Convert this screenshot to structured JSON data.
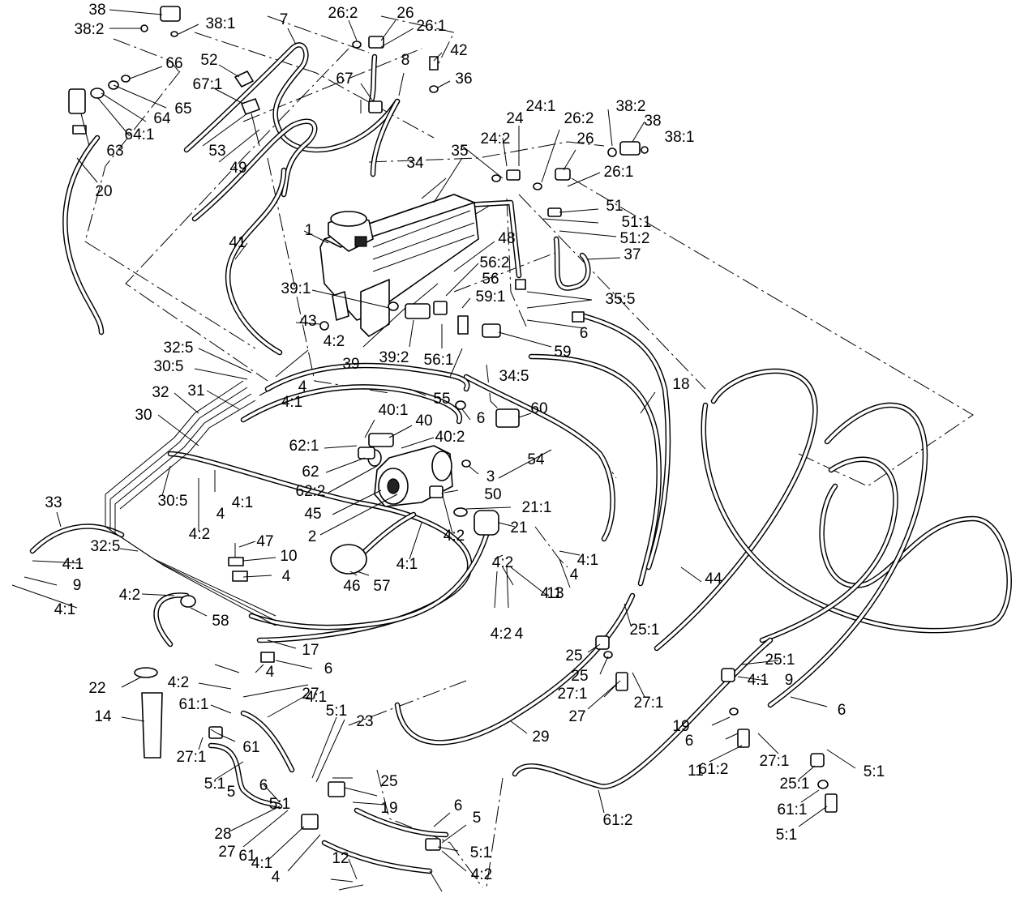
{
  "figure": {
    "kind": "exploded hydraulic hose and fitting parts diagram",
    "callouts": [
      "38",
      "38:2",
      "38:1",
      "7",
      "26:2",
      "26",
      "26:1",
      "42",
      "8",
      "36",
      "66",
      "52",
      "67",
      "67:1",
      "65",
      "64",
      "64:1",
      "63",
      "53",
      "49",
      "20",
      "24:1",
      "24",
      "26:2",
      "38:2",
      "38",
      "38:1",
      "24:2",
      "26",
      "34",
      "35",
      "26:1",
      "51",
      "51:1",
      "51:2",
      "37",
      "1",
      "48",
      "41",
      "56:2",
      "56",
      "39:1",
      "59:1",
      "35:5",
      "43",
      "6",
      "4:2",
      "39",
      "39:2",
      "59",
      "56:1",
      "32:5",
      "30:5",
      "4",
      "4:1",
      "34:5",
      "18",
      "32",
      "31",
      "55",
      "6",
      "60",
      "30",
      "40:1",
      "40",
      "62:1",
      "40:2",
      "54",
      "62",
      "3",
      "62:2",
      "50",
      "45",
      "21:1",
      "33",
      "2",
      "30:5",
      "4:1",
      "4",
      "4:2",
      "4:2",
      "21",
      "47",
      "32:5",
      "10",
      "4:1",
      "4:1",
      "4:1",
      "4",
      "9",
      "4:2",
      "4",
      "4:1",
      "13",
      "44",
      "46",
      "57",
      "4:2",
      "58",
      "25:1",
      "4:2",
      "4",
      "4:1",
      "17",
      "25",
      "25:1",
      "4:1",
      "6",
      "25",
      "9",
      "4",
      "27:1",
      "27:1",
      "22",
      "4:2",
      "4:1",
      "61:1",
      "19",
      "27",
      "6",
      "14",
      "23",
      "5:1",
      "6",
      "61",
      "27:1",
      "61:2",
      "29",
      "27",
      "27:1",
      "11",
      "5:1",
      "5",
      "25",
      "25:1",
      "5:1",
      "6",
      "5:1",
      "19",
      "28",
      "27",
      "6",
      "61:2",
      "5:1",
      "61:1",
      "5",
      "61",
      "5:1",
      "4:1",
      "4:2",
      "4",
      "12"
    ]
  }
}
